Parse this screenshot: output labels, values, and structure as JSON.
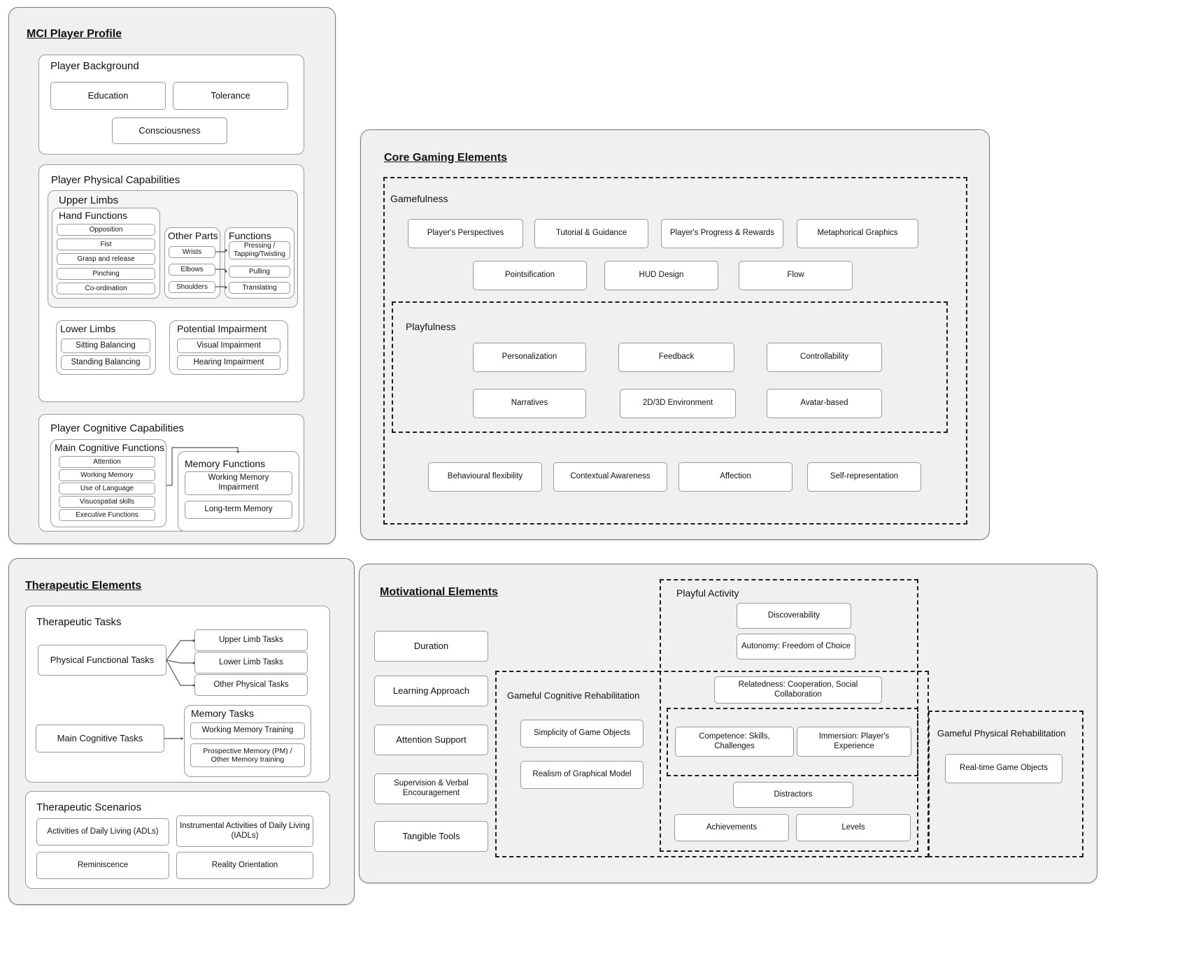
{
  "panels": {
    "mci": {
      "title": "MCI Player Profile",
      "background": {
        "title": "Player Background",
        "items": [
          "Education",
          "Tolerance",
          "Consciousness"
        ]
      },
      "physical": {
        "title": "Player Physical Capabilities",
        "upper_limbs": {
          "title": "Upper Limbs",
          "hand_functions": {
            "title": "Hand Functions",
            "items": [
              "Opposition",
              "Fist",
              "Grasp and release",
              "Pinching",
              "Co-ordination"
            ]
          },
          "other_parts": {
            "title": "Other Parts",
            "items": [
              "Wrists",
              "Elbows",
              "Shoulders"
            ]
          },
          "functions": {
            "title": "Functions",
            "items": [
              "Pressing / Tapping/Twisting",
              "Pulling",
              "Translating"
            ]
          }
        },
        "lower_limbs": {
          "title": "Lower Limbs",
          "items": [
            "Sitting Balancing",
            "Standing Balancing"
          ]
        },
        "potential_impairment": {
          "title": "Potential Impairment",
          "items": [
            "Visual Impairment",
            "Hearing Impairment"
          ]
        }
      },
      "cognitive": {
        "title": "Player Cognitive Capabilities",
        "main_cognitive": {
          "title": "Main Cognitive Functions",
          "items": [
            "Attention",
            "Working Memory",
            "Use of Language",
            "Visuospatial skills",
            "Executive Functions"
          ]
        },
        "memory_functions": {
          "title": "Memory Functions",
          "items": [
            "Working  Memory Impairment",
            "Long-term Memory"
          ]
        }
      }
    },
    "core_gaming": {
      "title": "Core Gaming Elements",
      "gamefulness": {
        "title": "Gamefulness",
        "row1": [
          "Player's Perspectives",
          "Tutorial & Guidance",
          "Player's Progress & Rewards",
          "Metaphorical Graphics"
        ],
        "row2": [
          "Pointsification",
          "HUD Design",
          "Flow"
        ]
      },
      "playfulness": {
        "title": "Playfulness",
        "row1": [
          "Personalization",
          "Feedback",
          "Controllability"
        ],
        "row2": [
          "Narratives",
          "2D/3D Environment",
          "Avatar-based"
        ]
      },
      "outer_row": [
        "Behavioural flexibility",
        "Contextual Awareness",
        "Affection",
        "Self-representation"
      ]
    },
    "therapeutic": {
      "title": "Therapeutic Elements",
      "tasks": {
        "title": "Therapeutic Tasks",
        "physical_functional": "Physical Functional Tasks",
        "physical_children": [
          "Upper Limb Tasks",
          "Lower Limb Tasks",
          "Other Physical Tasks"
        ],
        "main_cognitive": "Main Cognitive Tasks",
        "memory_tasks": {
          "title": "Memory Tasks",
          "items": [
            "Working  Memory Training",
            "Prospective Memory (PM) / Other Memory training"
          ]
        }
      },
      "scenarios": {
        "title": "Therapeutic Scenarios",
        "items": [
          "Activities of Daily Living (ADLs)",
          "Instrumental Activities of Daily Living (IADLs)",
          "Reminiscence",
          "Reality Orientation"
        ]
      }
    },
    "motivational": {
      "title": "Motivational Elements",
      "left_column": [
        "Duration",
        "Learning Approach",
        "Attention Support",
        "Supervision & Verbal Encouragement",
        "Tangible Tools"
      ],
      "playful_activity": {
        "title": "Playful Activity",
        "items": [
          "Discoverability",
          "Autonomy: Freedom of Choice",
          "Relatedness: Cooperation, Social Collaboration"
        ]
      },
      "gameful_cognitive": {
        "title": "Gameful Cognitive Rehabilitation",
        "items": [
          "Simplicity of Game Objects",
          "Realism of Graphical Model"
        ]
      },
      "inner_dashed": {
        "items": [
          "Competence: Skills, Challenges",
          "Immersion: Player's Experience"
        ]
      },
      "shared_items": [
        "Distractors",
        "Achievements",
        "Levels"
      ],
      "gameful_physical": {
        "title": "Gameful Physical Rehabilitation",
        "items": [
          "Real-time Game Objects"
        ]
      }
    }
  },
  "colors": {
    "panel_bg": "#f0f0f0",
    "node_bg": "#ffffff",
    "border": "#9a9a9a",
    "panel_border": "#7a7a7a",
    "text": "#111111"
  }
}
